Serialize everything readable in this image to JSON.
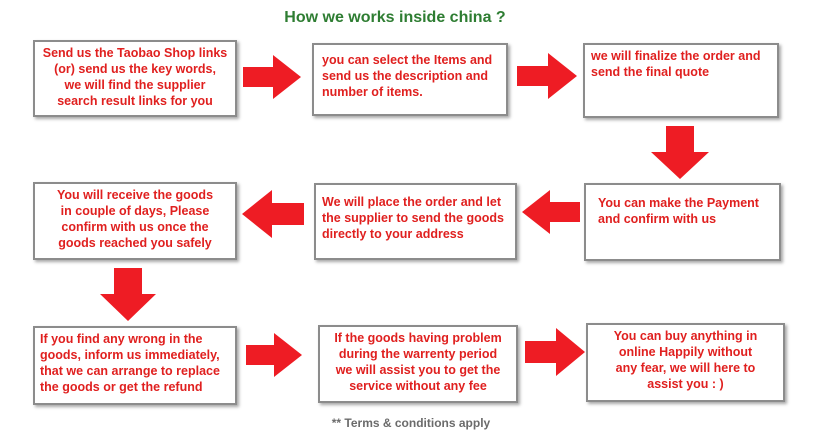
{
  "title": "How we works inside china ?",
  "steps": [
    "Send us the Taobao Shop links\n(or) send us the key words,\nwe will find the supplier\nsearch result  links for you",
    "you can select the Items and\nsend us the description and\nnumber of items.",
    "we will finalize the order and\nsend the final quote",
    "You can make the Payment\nand confirm with us",
    "We will place the order and let\nthe supplier to send the goods\ndirectly to your address",
    "You will receive the goods\nin couple of days, Please\nconfirm with us once the\ngoods reached you safely",
    "If you find any wrong in the\ngoods, inform us immediately,\nthat we can arrange to replace\nthe goods or get the refund",
    "If the goods having problem\nduring the warrenty period\nwe will assist you to get the\nservice without any fee",
    "You can buy anything in\nonline Happily without\nany fear, we will here to\nassist you : )"
  ],
  "footer": "** Terms & conditions apply",
  "colors": {
    "title": "#2e7d32",
    "text": "#e0201f",
    "arrow": "#ee1c24",
    "border": "#8c8c8c"
  }
}
